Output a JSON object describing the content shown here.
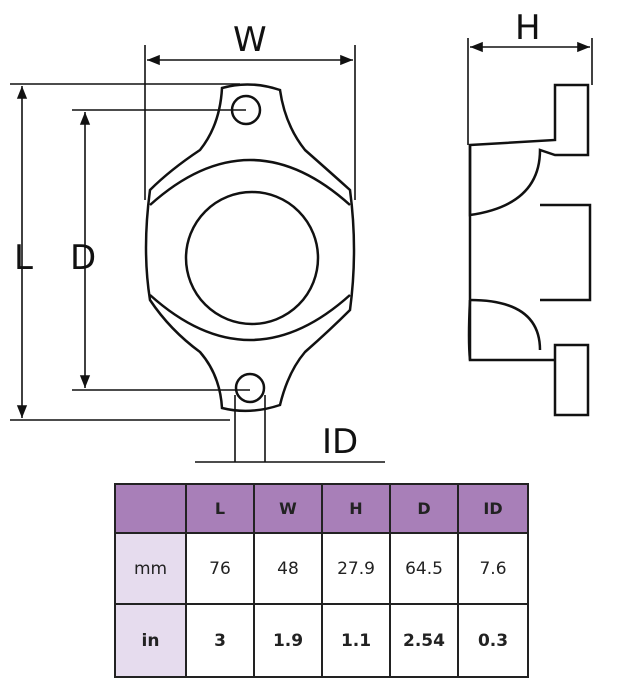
{
  "labels": {
    "W": "W",
    "H": "H",
    "L": "L",
    "D": "D",
    "ID": "ID"
  },
  "table": {
    "headers": [
      "",
      "L",
      "W",
      "H",
      "D",
      "ID"
    ],
    "rows": [
      {
        "unit": "mm",
        "values": [
          "76",
          "48",
          "27.9",
          "64.5",
          "7.6"
        ]
      },
      {
        "unit": "in",
        "values": [
          "3",
          "1.9",
          "1.1",
          "2.54",
          "0.3"
        ]
      }
    ]
  },
  "colors": {
    "header": "#a87fb8",
    "row_header": "#e6dcee"
  }
}
